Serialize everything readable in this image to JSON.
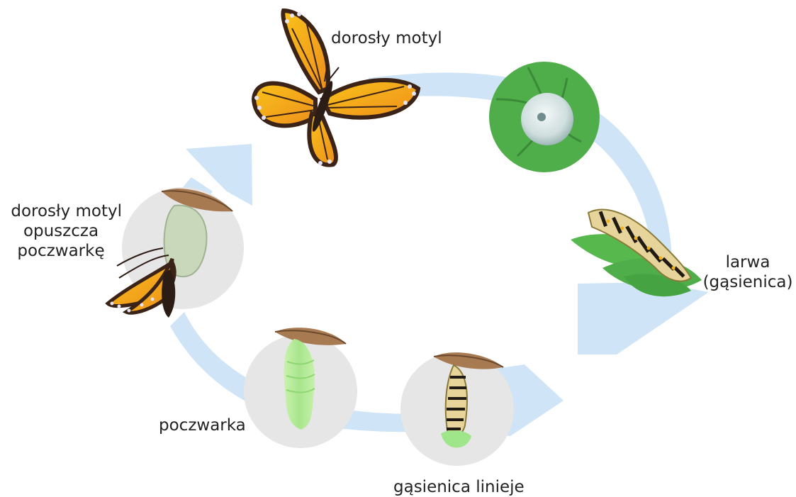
{
  "stages": {
    "adult_butterfly": "dorosły motyl",
    "larva_line1": "larwa",
    "larva_line2": "(gąsienica)",
    "caterpillar_molting": "gąsienica linieje",
    "pupa": "poczwarka",
    "emerging_line1": "dorosły motyl",
    "emerging_line2": "opuszcza",
    "emerging_line3": "poczwarkę"
  },
  "colors": {
    "cycle_arrow": "#cfe4f6",
    "stage_circle": "#e6e6e6",
    "leaf_green": "#4fae4a",
    "wing_orange": "#f3a21c",
    "pupa_green": "#b7ec9a"
  }
}
